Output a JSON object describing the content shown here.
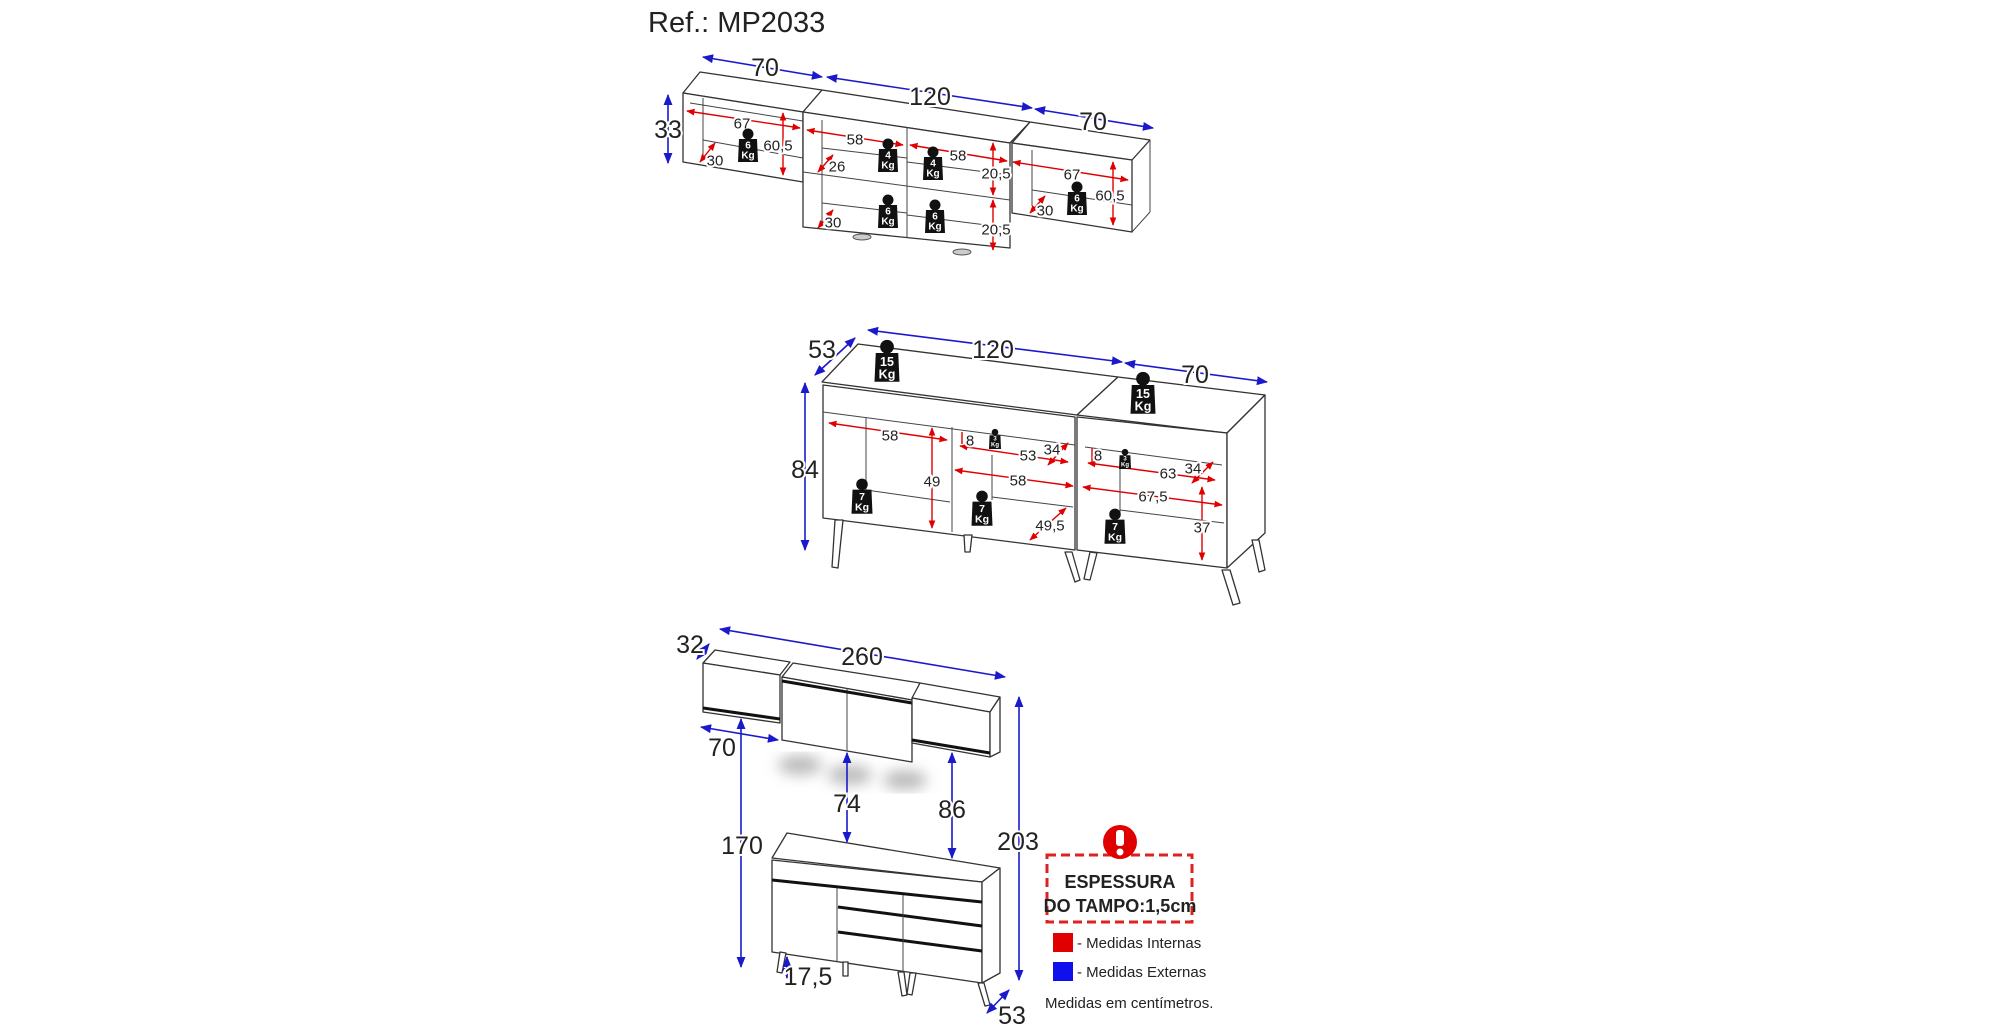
{
  "title": "Ref.: MP2033",
  "colors": {
    "internal": "#e00000",
    "external": "#1a1acc"
  },
  "upper_cabinets": {
    "external": [
      "70",
      "120",
      "70",
      "33"
    ],
    "internal": [
      "67",
      "60,5",
      "30",
      "58",
      "26",
      "58",
      "20,5",
      "30",
      "20,5",
      "67",
      "60,5",
      "30"
    ],
    "weights": [
      {
        "value": "6",
        "unit": "Kg"
      },
      {
        "value": "4",
        "unit": "Kg"
      },
      {
        "value": "4",
        "unit": "Kg"
      },
      {
        "value": "6",
        "unit": "Kg"
      },
      {
        "value": "6",
        "unit": "Kg"
      },
      {
        "value": "6",
        "unit": "Kg"
      }
    ]
  },
  "base_cabinets": {
    "external": [
      "53",
      "120",
      "70",
      "84"
    ],
    "internal": [
      "58",
      "49",
      "8",
      "53",
      "34",
      "58",
      "49,5",
      "8",
      "63",
      "34",
      "67,5",
      "37"
    ],
    "weights": [
      {
        "value": "15",
        "unit": "Kg"
      },
      {
        "value": "15",
        "unit": "Kg"
      },
      {
        "value": "7",
        "unit": "Kg"
      },
      {
        "value": "3",
        "unit": "Kg"
      },
      {
        "value": "7",
        "unit": "Kg"
      },
      {
        "value": "3",
        "unit": "Kg"
      },
      {
        "value": "7",
        "unit": "Kg"
      }
    ]
  },
  "assembled": {
    "external": [
      "32",
      "260",
      "70",
      "170",
      "74",
      "86",
      "203",
      "17,5",
      "53"
    ]
  },
  "warning": {
    "line1": "ESPESSURA",
    "line2": "DO TAMPO:1,5cm"
  },
  "legend": {
    "internal": "- Medidas Internas",
    "external": "- Medidas Externas",
    "units_note": "Medidas em centímetros."
  }
}
